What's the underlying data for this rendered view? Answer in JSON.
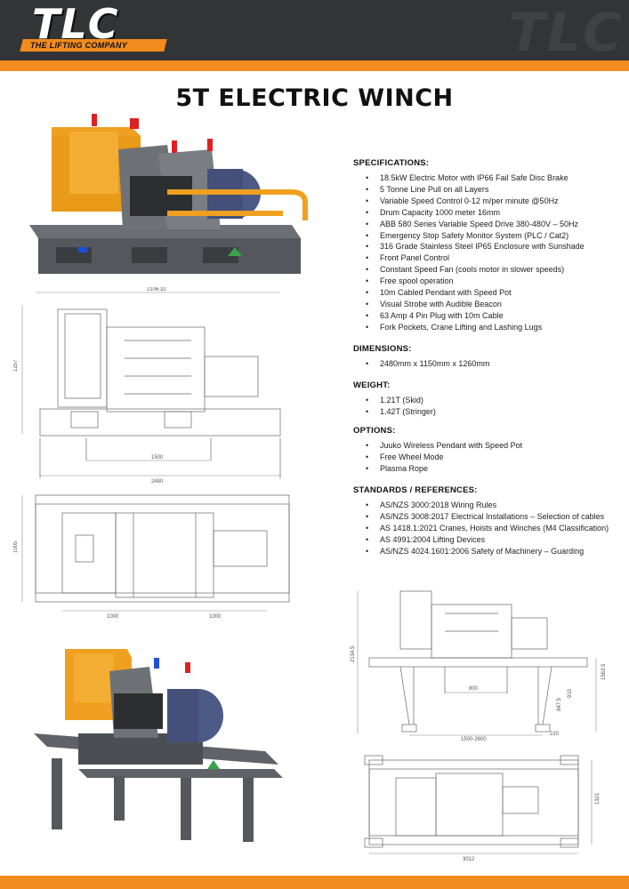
{
  "header": {
    "logo_text": "TLC",
    "logo_subtitle": "THE LIFTING COMPANY",
    "watermark": "TLC",
    "brand_color": "#f28c1e",
    "bar_color": "#323436"
  },
  "title": "5T ELECTRIC WINCH",
  "specifications": {
    "heading": "SPECIFICATIONS:",
    "items": [
      "18.5kW Electric Motor with IP66 Fail Safe Disc Brake",
      "5 Tonne Line Pull on all Layers",
      "Variable Speed Control 0-12 m/per minute @50Hz",
      "Drum Capacity 1000 meter 16mm",
      "ABB 580 Series Variable Speed Drive 380-480V – 50Hz",
      "Emergency Stop Safety Monitor System (PLC / Cat2)",
      "316 Grade Stainless Steel IP65 Enclosure with Sunshade",
      "Front Panel Control",
      "Constant Speed Fan (cools motor in slower speeds)",
      "Free spool operation",
      "10m Cabled Pendant with Speed Pot",
      "Visual Strobe with Audible Beacon",
      "63 Amp 4 Pin Plug with 10m Cable",
      "Fork Pockets, Crane Lifting and Lashing Lugs"
    ]
  },
  "dimensions": {
    "heading": "DIMENSIONS:",
    "items": [
      "2480mm x 1150mm x 1260mm"
    ]
  },
  "weight": {
    "heading": "WEIGHT:",
    "items": [
      "1.21T (Skid)",
      "1.42T (Stringer)"
    ]
  },
  "options": {
    "heading": "OPTIONS:",
    "items": [
      "Juuko Wireless Pendant with Speed Pot",
      "Free Wheel Mode",
      "Plasma Rope"
    ]
  },
  "standards": {
    "heading": "STANDARDS / REFERENCES:",
    "items": [
      "AS/NZS 3000:2018 Wiring Rules",
      "AS/NZS 3008:2017 Electrical Installations – Selection of cables",
      "AS 1418.1:2021 Cranes, Hoists and Winches (M4 Classification)",
      "AS 4991:2004 Lifting Devices",
      "AS/NZS 4024.1601:2006 Safety of Machinery – Guarding"
    ]
  },
  "drawing_side": {
    "width": "2106.32",
    "height": "1257",
    "inner": "1500",
    "overall": "2480"
  },
  "drawing_top": {
    "height": "1005",
    "left": "1000",
    "right": "1000"
  },
  "drawing_stand_side": {
    "height": "2134.5",
    "h2": "1563.5",
    "h3": "910",
    "h4": "847.5",
    "span": "800",
    "range": "1500-2600",
    "offset": "220"
  },
  "drawing_stand_top": {
    "width": "3012",
    "height": "1321"
  }
}
